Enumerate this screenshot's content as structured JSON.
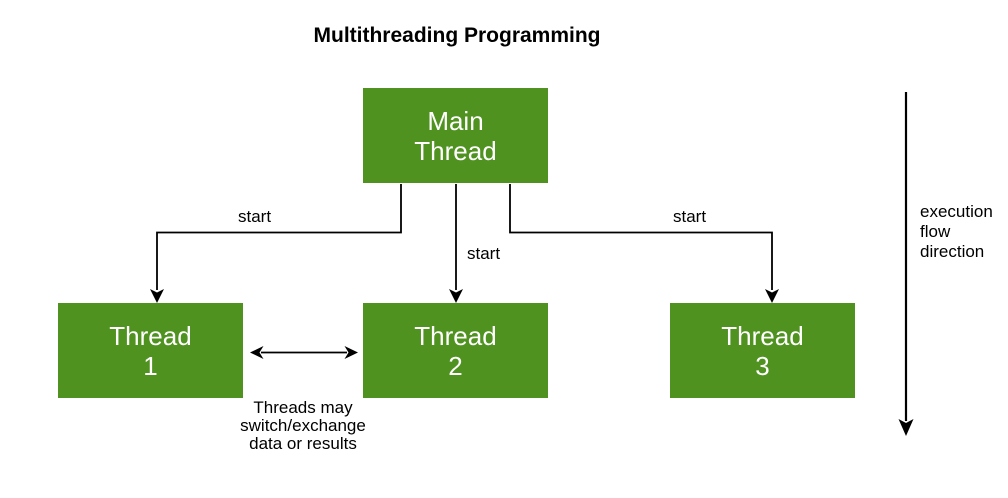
{
  "diagram": {
    "title": "Multithreading Programming",
    "nodes": {
      "main_thread": {
        "label": "Main\nThread"
      },
      "thread_1": {
        "label": "Thread\n1"
      },
      "thread_2": {
        "label": "Thread\n2"
      },
      "thread_3": {
        "label": "Thread\n3"
      }
    },
    "edges": {
      "main_to_thread_1": {
        "label": "start"
      },
      "main_to_thread_2": {
        "label": "start"
      },
      "main_to_thread_3": {
        "label": "start"
      },
      "thread_1_thread_2_exchange": {
        "label": "Threads may\nswitch/exchange\ndata or results"
      },
      "execution_flow": {
        "label": "execution\nflow\ndirection"
      }
    },
    "colors": {
      "node_fill": "#4f921f",
      "node_text": "#ffffff",
      "connector": "#000000",
      "text": "#000000",
      "background": "#ffffff"
    }
  }
}
